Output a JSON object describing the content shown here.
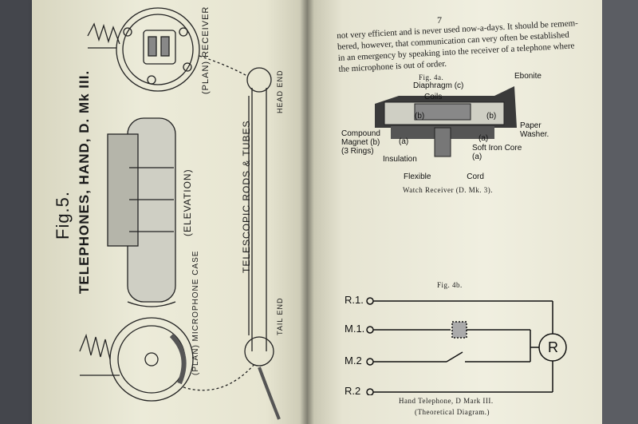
{
  "left_page": {
    "fig_number": "Fig.5.",
    "fig_title": "TELEPHONES, HAND, D. Mk III.",
    "labels": {
      "plan_receiver": "(PLAN) RECEIVER",
      "head_end": "HEAD END",
      "telescopic": "TELESCOPIC RODS & TUBES",
      "elevation": "(ELEVATION)",
      "plan_microphone": "(PLAN) MICROPHONE CASE",
      "tail_end": "TAIL END"
    }
  },
  "right_page": {
    "page_number": "7",
    "paragraph_lines": [
      "not very efficient and is never used now-a-days. It should be remem-",
      "bered, however, that communication can very often be established",
      "in an emergency by speaking into the receiver of a telephone where",
      "the microphone is out of order."
    ],
    "fig4a": {
      "label": "Fig. 4a.",
      "caption": "Watch Receiver (D. Mk. 3).",
      "parts": {
        "diaphragm": "Diaphragm (c)",
        "coils": "Coils",
        "ebonite": "Ebonite",
        "compound_magnet": "Compound Magnet (b) (3 Rings)",
        "paper_washer": "Paper Washer.",
        "soft_iron_core": "Soft Iron Core (a)",
        "insulation": "Insulation",
        "flexible_cord": "Flexible Cord"
      },
      "callouts": [
        "(b)",
        "(b)",
        "(a)",
        "(a)"
      ]
    },
    "fig4b": {
      "label": "Fig. 4b.",
      "terminals": [
        "R.1.",
        "M.1.",
        "M.2",
        "R.2"
      ],
      "receiver_symbol": "R",
      "caption_lines": [
        "Hand Telephone, D Mark III.",
        "(Theoretical Diagram.)"
      ]
    }
  }
}
